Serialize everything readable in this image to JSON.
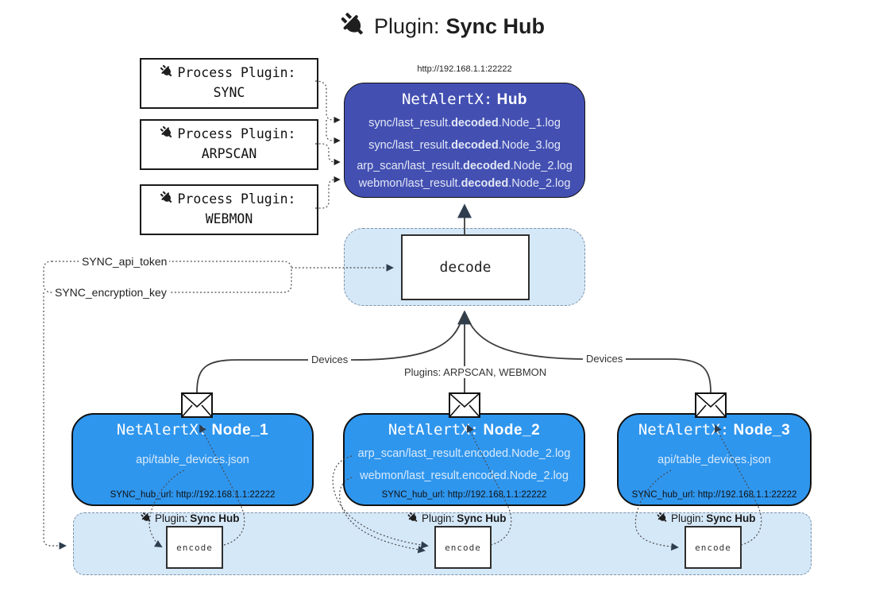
{
  "title": {
    "label": "Plugin:",
    "name": "Sync Hub"
  },
  "process_plugins": [
    {
      "label": "Process Plugin:",
      "name": "SYNC"
    },
    {
      "label": "Process Plugin:",
      "name": "ARPSCAN"
    },
    {
      "label": "Process Plugin:",
      "name": "WEBMON"
    }
  ],
  "hub": {
    "url": "http://192.168.1.1:22222",
    "name_prefix": "NetAlertX:",
    "name": "Hub",
    "files": [
      {
        "pre": "sync/last_result.",
        "bold": "decoded",
        "post": ".Node_1.log"
      },
      {
        "pre": "sync/last_result.",
        "bold": "decoded",
        "post": ".Node_3.log"
      },
      {
        "pre": "arp_scan/last_result.",
        "bold": "decoded",
        "post": ".Node_2.log"
      },
      {
        "pre": "webmon/last_result.",
        "bold": "decoded",
        "post": ".Node_2.log"
      }
    ]
  },
  "decode_label": "decode",
  "settings": {
    "api_token": "SYNC_api_token",
    "encryption_key": "SYNC_encryption_key"
  },
  "edge_labels": {
    "devices_left": "Devices",
    "plugins": "Plugins: ARPSCAN, WEBMON",
    "devices_right": "Devices"
  },
  "nodes": [
    {
      "name_prefix": "NetAlertX:",
      "name": "Node_1",
      "files": [
        "api/table_devices.json"
      ],
      "hub_url": "SYNC_hub_url: http://192.168.1.1:22222"
    },
    {
      "name_prefix": "NetAlertX:",
      "name": "Node_2",
      "files": [
        "arp_scan/last_result.encoded.Node_2.log",
        "webmon/last_result.encoded.Node_2.log"
      ],
      "hub_url": "SYNC_hub_url: http://192.168.1.1:22222"
    },
    {
      "name_prefix": "NetAlertX:",
      "name": "Node_3",
      "files": [
        "api/table_devices.json"
      ],
      "hub_url": "SYNC_hub_url: http://192.168.1.1:22222"
    }
  ],
  "encode_section": {
    "plugin_label": "Plugin:",
    "plugin_name": "Sync Hub",
    "encode_label": "encode"
  },
  "colors": {
    "hub_fill": "#4350B2",
    "node_fill": "#2F96EE",
    "band_fill": "#D5E8F8",
    "arrow_dark": "#2F3E4E"
  }
}
